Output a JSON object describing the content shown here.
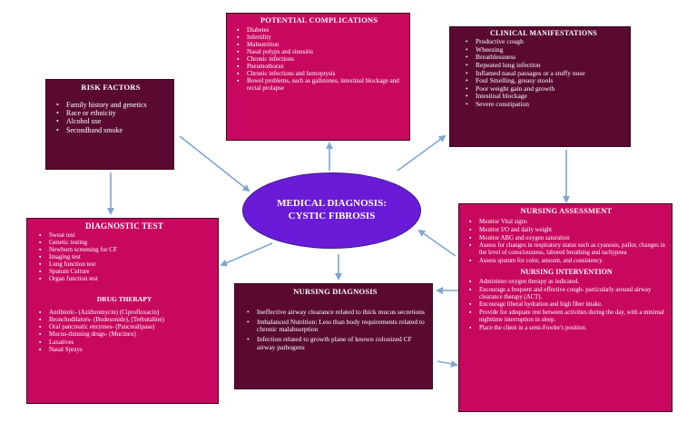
{
  "center": {
    "line1": "MEDICAL DIAGNOSIS:",
    "line2": "CYSTIC FIBROSIS"
  },
  "risk_factors": {
    "title": "RISK FACTORS",
    "items": [
      "Family history and genetics",
      "Race or ethnicity",
      "Alcohol use",
      "Secondhand smoke"
    ]
  },
  "potential_complications": {
    "title": "POTENTIAL COMPLICATIONS",
    "items": [
      "Diabetes",
      "Infertility",
      "Malnutrition",
      "Nasal polyps and sinusitis",
      "Chronic infections",
      "Pneumothorax",
      "Chronic infections and hemoptysis",
      "Bowel problems, such as gallstones, intestinal blockage and rectal prolapse"
    ]
  },
  "clinical_manifestations": {
    "title": "CLINICAL MANIFESTATIONS",
    "items": [
      "Productive cough",
      "Wheezing",
      "Breathlessness",
      "Repeated lung infection",
      "Inflamed nasal passages or a stuffy nose",
      "Foul Smelling, greasy stools",
      "Poor weight gain and growth",
      "Intestinal blockage",
      "Severe constipation"
    ]
  },
  "diagnostic_test": {
    "title": "DIAGNOSTIC TEST",
    "items": [
      "Sweat test",
      "Genetic testing",
      "Newborn screening for CF",
      "Imaging test",
      "Lung function test",
      "Sputum Culture",
      "Organ function test"
    ],
    "drug_title": "DRUG THERAPY",
    "drug_items": [
      "Antibiotic- (Azithromycin) (Ciprofloxacin)",
      "Bronchodilators- (Budesonide), (Terbutaline)",
      "Oral pancreatic enzymes- (Pancrealipase)",
      "Mucus-thinning drugs- (Mucinex)",
      "Laxatives",
      "Nasal Sprays"
    ]
  },
  "nursing_diagnosis": {
    "title": "NURSING DIAGNOSIS",
    "items": [
      "Ineffective airway clearance related to thick mucus secretions",
      "Imbalanced Nutrition: Less than body requirements related to chronic malabsorption",
      "Infection related to growth plane of known colonized CF airway pathogens"
    ]
  },
  "nursing_assessment": {
    "title": "NURSING ASSESSMENT",
    "items": [
      "Monitor Vital signs",
      "Monitor I/O and daily weight",
      "Monitor ABG and oxygen saturation",
      "Assess for changes in respiratory status such as cyanosis, pallor, changes in the level of consciousness, labored breathing and tachypnea",
      "Assess sputum for color, amount, and consistency."
    ],
    "intervention_title": "NURSING INTERVENTION",
    "intervention_items": [
      "Administer oxygen therapy as indicated.",
      "Encourage a frequent and effective cough- particularly around airway clearance therapy (ACT).",
      "Encourage liberal hydration and high fiber intake.",
      "Provide for adequate rest between activities during the day, with a minimal nighttime interruption in sleep.",
      "Place the client in a semi-Fowler's position."
    ]
  },
  "colors": {
    "pink": "#c8085f",
    "maroon": "#5a0a30",
    "ellipse": "#6a1bd8",
    "arrow": "#7fa6cf"
  }
}
